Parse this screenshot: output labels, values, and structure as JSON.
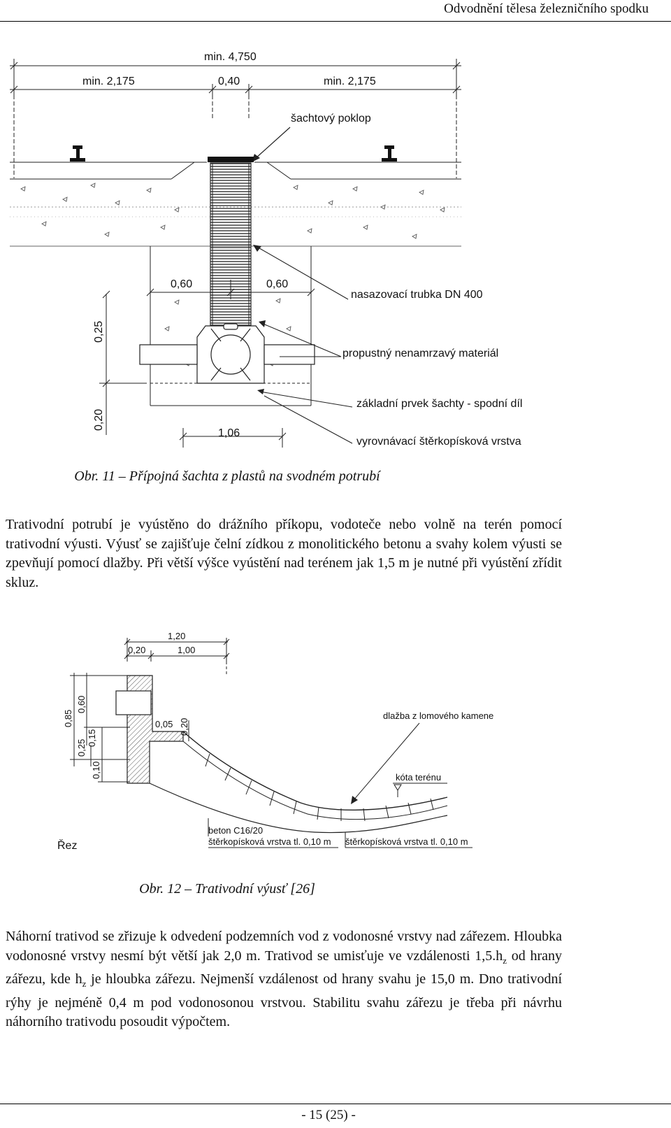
{
  "header": {
    "running_title": "Odvodnění tělesa železničního spodku"
  },
  "figure1": {
    "dims": {
      "total_width": "min. 4,750",
      "left": "min. 2,175",
      "middle": "0,40",
      "right": "min. 2,175",
      "left_inner": "0,60",
      "right_inner": "0,60",
      "height_upper": "0,25",
      "height_lower": "0,20",
      "base_width": "1,06"
    },
    "labels": {
      "shaft_cover": "šachtový poklop",
      "pipe": "nasazovací trubka DN 400",
      "fill": "propustný nenamrzavý materiál",
      "base_element": "základní prvek šachty - spodní díl",
      "leveling_layer": "vyrovnávací štěrkopísková vrstva"
    },
    "caption": "Obr. 11 – Přípojná šachta z plastů na svodném potrubí"
  },
  "paragraph1": "Trativodní potrubí je vyústěno do drážního příkopu, vodoteče nebo volně na terén pomocí trativodní výusti. Výusť se zajišťuje čelní zídkou z monolitického betonu a svahy kolem výusti se zpevňují pomocí dlažby. Při větší výšce vyústění nad terénem jak 1,5 m je nutné při vyústění zřídit skluz.",
  "figure2": {
    "dims": {
      "total": "1,20",
      "wall": "0,20",
      "slope": "1,00",
      "h085": "0,85",
      "h060": "0,60",
      "h025": "0,25",
      "h015": "0,15",
      "h010": "0,10",
      "d005": "0,05",
      "d020": "0,20"
    },
    "labels": {
      "paving": "dlažba z lomového kamene",
      "terrain": "kóta terénu",
      "section": "Řez",
      "concrete": "beton C16/20",
      "gravel1": "štěrkopísková vrstva tl. 0,10 m",
      "gravel2": "štěrkopísková vrstva tl. 0,10 m"
    },
    "caption": "Obr. 12 – Trativodní výusť [26]"
  },
  "paragraph2": {
    "t1": "Náhorní trativod se zřizuje k odvedení podzemních vod z vodonosné vrstvy nad zářezem. Hloubka vodonosné vrstvy nesmí být větší jak 2,0 m. Trativod se umisťuje ve vzdálenosti 1,5.h",
    "s1": "z",
    "t2": " od hrany zářezu, kde h",
    "s2": "z",
    "t3": " je hloubka zářezu. Nejmenší vzdálenost od hrany svahu je 15,0 m. Dno trativodní rýhy je nejméně 0,4 m pod vodonosonou vrstvou. Stabilitu svahu zářezu je třeba při návrhu náhorního trativodu posoudit výpočtem."
  },
  "footer": {
    "page": "- 15 (25) -"
  }
}
